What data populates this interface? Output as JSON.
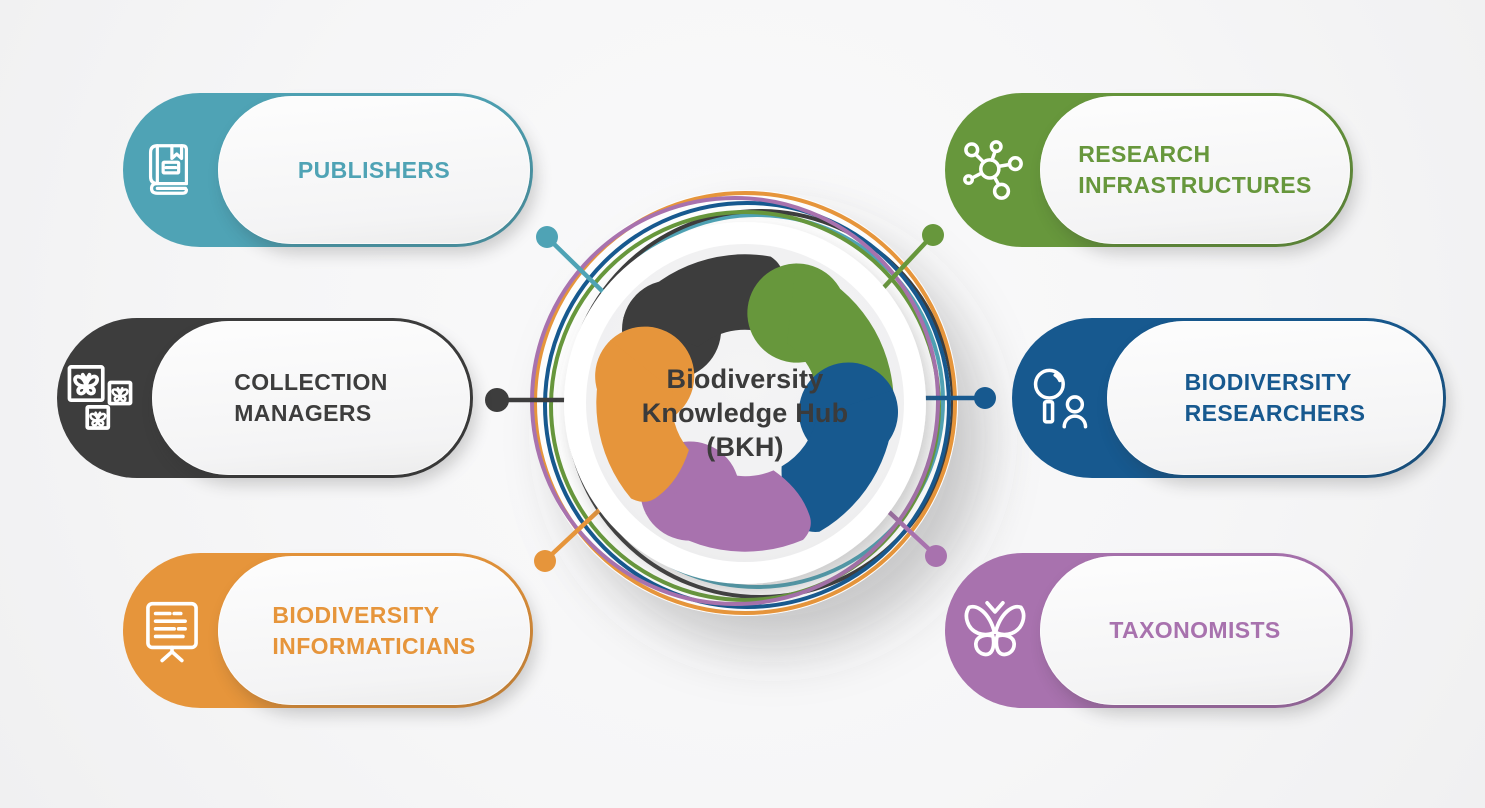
{
  "hub": {
    "lines": [
      "Biodiversity",
      "Knowledge Hub",
      "(BKH)"
    ]
  },
  "stakeholders": [
    {
      "id": "publishers",
      "label": "PUBLISHERS",
      "lines": [
        "PUBLISHERS"
      ],
      "color": "#4fa3b5",
      "icon": "book-icon"
    },
    {
      "id": "collection-managers",
      "label": "COLLECTION MANAGERS",
      "lines": [
        "COLLECTION",
        "MANAGERS"
      ],
      "color": "#3d3d3d",
      "icon": "specimen-boxes-icon"
    },
    {
      "id": "biodiversity-informaticians",
      "label": "BIODIVERSITY INFORMATICIANS",
      "lines": [
        "BIODIVERSITY",
        "INFORMATICIANS"
      ],
      "color": "#e6953b",
      "icon": "presentation-screen-icon"
    },
    {
      "id": "research-infrastructures",
      "label": "RESEARCH INFRASTRUCTURES",
      "lines": [
        "RESEARCH",
        "INFRASTRUCTURES"
      ],
      "color": "#67973c",
      "icon": "network-icon"
    },
    {
      "id": "biodiversity-researchers",
      "label": "BIODIVERSITY RESEARCHERS",
      "lines": [
        "BIODIVERSITY",
        "RESEARCHERS"
      ],
      "color": "#17598f",
      "icon": "magnifier-person-icon"
    },
    {
      "id": "taxonomists",
      "label": "TAXONOMISTS",
      "lines": [
        "TAXONOMISTS"
      ],
      "color": "#a872ae",
      "icon": "butterfly-icon"
    }
  ],
  "colors": {
    "teal": "#4fa3b5",
    "dark": "#3d3d3d",
    "orange": "#e6953b",
    "green": "#67973c",
    "blue": "#17598f",
    "purple": "#a872ae",
    "hub_text": "#3b3b3b"
  }
}
